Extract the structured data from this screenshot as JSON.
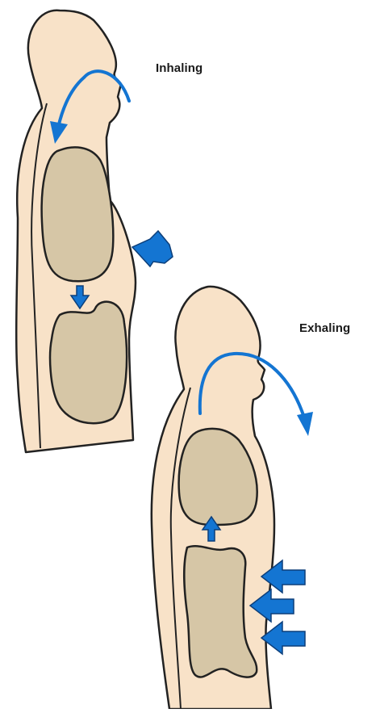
{
  "labels": {
    "inhaling": "Inhaling",
    "exhaling": "Exhaling"
  },
  "figures": [
    {
      "name": "inhaling-figure",
      "phase": "inhaling",
      "airflow": "in",
      "diaphragm": "moves-down",
      "ribcage_arrows": 1
    },
    {
      "name": "exhaling-figure",
      "phase": "exhaling",
      "airflow": "out",
      "diaphragm": "moves-up",
      "ribcage_arrows": 3
    }
  ],
  "colors": {
    "skin": "#f8e2c8",
    "organ": "#d6c6a6",
    "outline": "#222222",
    "arrow": "#1475d2"
  }
}
